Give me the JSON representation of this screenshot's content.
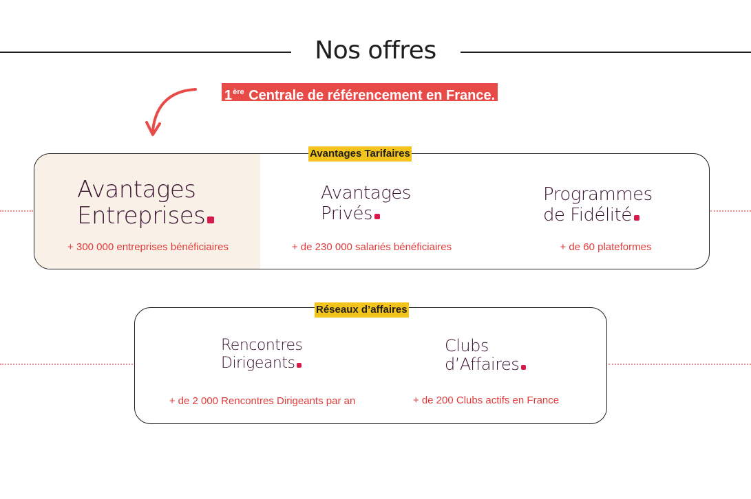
{
  "header": {
    "title": "Nos offres",
    "tagline_prefix": "1",
    "tagline_sup": "ère",
    "tagline_text": " Centrale de référencement en France."
  },
  "sections": [
    {
      "badge": "Avantages Tarifaires",
      "offers": [
        {
          "line1": "Avantages",
          "line2": "Entreprises",
          "stat": "+ 300 000 entreprises bénéficiaires",
          "highlighted": true
        },
        {
          "line1": "Avantages",
          "line2": "Privés",
          "stat": "+ de 230 000 salariés bénéficiaires"
        },
        {
          "line1": "Programmes",
          "line2": "de Fidélité",
          "stat": "+ de 60 plateformes"
        }
      ]
    },
    {
      "badge": "Réseaux d’affaires",
      "offers": [
        {
          "line1": "Rencontres",
          "line2": "Dirigeants",
          "stat": "+ de 2 000 Rencontres Dirigeants par an"
        },
        {
          "line1": "Clubs",
          "line2": "d’Affaires",
          "stat": "+ de 200 Clubs actifs en France"
        }
      ]
    }
  ],
  "colors": {
    "accent_red": "#e84a48",
    "badge_yellow": "#f3c41b",
    "logo_dot": "#d8194a",
    "highlight_bg": "#f9f1e7",
    "logo_text": "#3a1230",
    "stat_text": "#e23a3a"
  },
  "icons": {
    "arrow": "curved-arrow-down-icon"
  }
}
